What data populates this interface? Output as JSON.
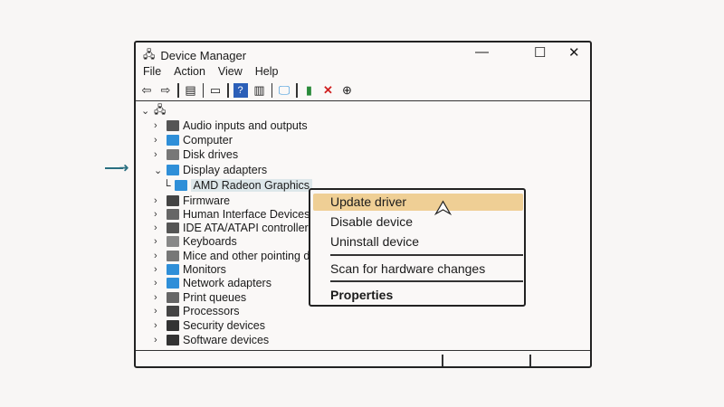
{
  "window": {
    "title": "Device Manager",
    "controls": {
      "minimize": "—",
      "maximize": "☐",
      "close": "✕"
    }
  },
  "menu": [
    "File",
    "Action",
    "View",
    "Help"
  ],
  "tree": {
    "items": [
      {
        "label": "Audio inputs and outputs",
        "icon": "speaker-icon",
        "color": "#555"
      },
      {
        "label": "Computer",
        "icon": "monitor-icon",
        "color": "#2f8fd8"
      },
      {
        "label": "Disk drives",
        "icon": "disk-icon",
        "color": "#777"
      },
      {
        "label": "Display adapters",
        "icon": "display-adapter-icon",
        "color": "#2f8fd8",
        "expanded": true
      },
      {
        "label": "AMD Radeon Graphics",
        "icon": "display-adapter-icon",
        "color": "#2f8fd8",
        "child": true,
        "selected": true
      },
      {
        "label": "Firmware",
        "icon": "chip-icon",
        "color": "#444"
      },
      {
        "label": "Human Interface Devices",
        "icon": "hid-icon",
        "color": "#666"
      },
      {
        "label": "IDE ATA/ATAPI controllers",
        "icon": "controller-icon",
        "color": "#555"
      },
      {
        "label": "Keyboards",
        "icon": "keyboard-icon",
        "color": "#888"
      },
      {
        "label": "Mice and other pointing d",
        "icon": "mouse-icon",
        "color": "#777"
      },
      {
        "label": "Monitors",
        "icon": "monitor-icon",
        "color": "#2f8fd8"
      },
      {
        "label": "Network adapters",
        "icon": "network-icon",
        "color": "#2f8fd8"
      },
      {
        "label": "Print queues",
        "icon": "printer-icon",
        "color": "#666"
      },
      {
        "label": "Processors",
        "icon": "processor-icon",
        "color": "#444"
      },
      {
        "label": "Security devices",
        "icon": "security-icon",
        "color": "#333"
      },
      {
        "label": "Software devices",
        "icon": "software-icon",
        "color": "#333"
      }
    ]
  },
  "context_menu": {
    "items": [
      "Update driver",
      "Disable device",
      "Uninstall device",
      "Scan for hardware changes",
      "Properties"
    ],
    "highlighted": "Update driver",
    "highlight_color": "#efcf95"
  }
}
